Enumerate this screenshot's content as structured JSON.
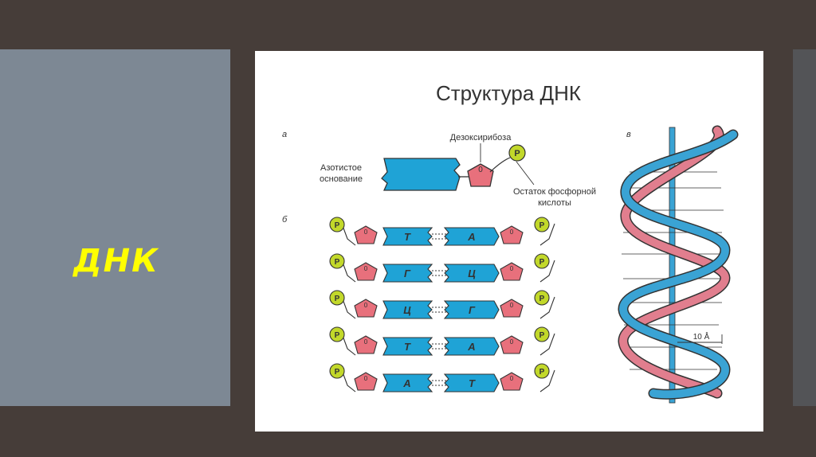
{
  "slide": {
    "title": "ДНК"
  },
  "figure": {
    "title": "Структура ДНК",
    "panel_letters": [
      "а",
      "б",
      "в"
    ],
    "part_a": {
      "base_label_line1": "Азотистое",
      "base_label_line2": "основание",
      "sugar_label": "Дезоксирибоза",
      "oxygen": "0",
      "phosphate_symbol": "P",
      "phosphate_label_line1": "Остаток фосфорной",
      "phosphate_label_line2": "кислоты"
    },
    "part_b": {
      "pairs": [
        {
          "left": "Т",
          "right": "А"
        },
        {
          "left": "Г",
          "right": "Ц"
        },
        {
          "left": "Ц",
          "right": "Г"
        },
        {
          "left": "Т",
          "right": "А"
        },
        {
          "left": "А",
          "right": "Т"
        }
      ]
    },
    "part_c": {
      "pitch_label": "10 Å"
    }
  },
  "colors": {
    "background": "#463d39",
    "left_panel": "#7d8894",
    "title_yellow": "#ffff00",
    "base_blue": "#1fa3d6",
    "sugar_pink": "#e8707c",
    "phosphate_green": "#c2d82a",
    "helix_pink": "#e17e8e",
    "helix_blue": "#3aa3d4"
  }
}
